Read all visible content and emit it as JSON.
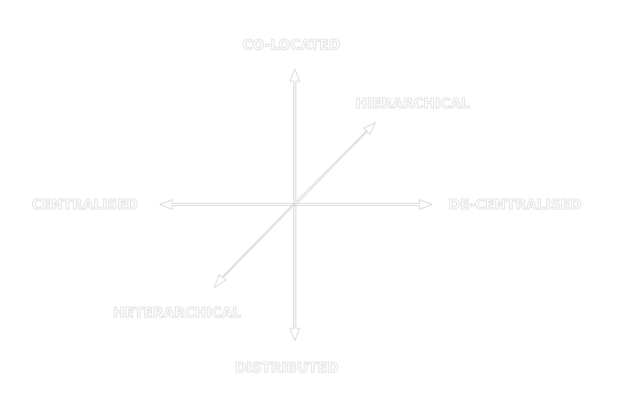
{
  "diagram": {
    "labels": {
      "top": "CO-LOCATED",
      "bottom": "DISTRIBUTED",
      "left": "CENTRALISED",
      "right": "DE-CENTRALISED",
      "upper_right": "HIERARCHICAL",
      "lower_left": "HETERARCHICAL"
    },
    "colors": {
      "background": "#ffffff",
      "stroke": "#c9cdc9",
      "label_fill": "#ffffff"
    }
  }
}
